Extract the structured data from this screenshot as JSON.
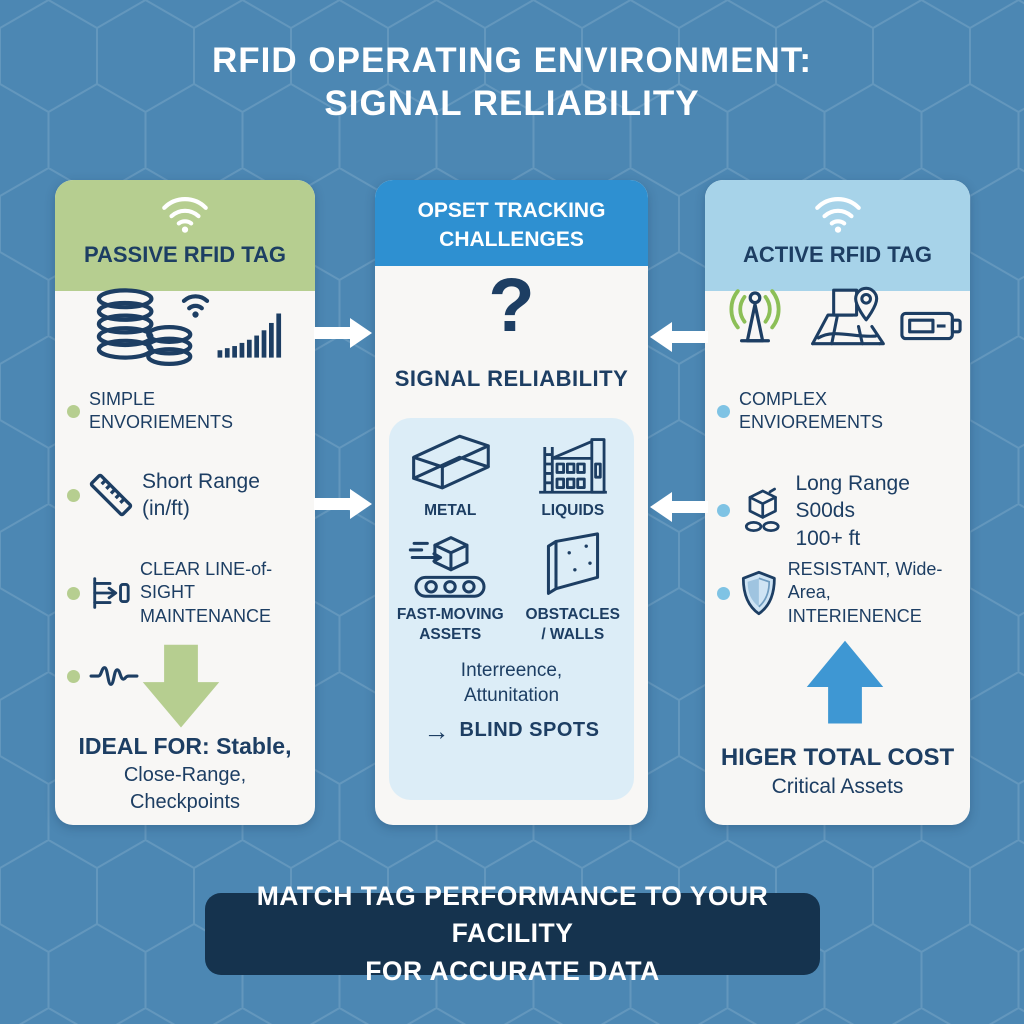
{
  "title": "RFID OPERATING ENVIRONMENT:\nSIGNAL RELIABILITY",
  "passive": {
    "header": "PASSIVE RFID TAG",
    "bullet1": "SIMPLE\nENVORIEMENTS",
    "bullet2": "Short Range\n(in/ft)",
    "bullet3": "CLEAR LINE-of-SIGHT\nMAINTENANCE",
    "ideal_bold": "IDEAL FOR: Stable,",
    "ideal_rest": "Close-Range,\nCheckpoints"
  },
  "challenges": {
    "header": "OPSET TRACKING\nCHALLENGES",
    "question_mark": "?",
    "subtitle": "SIGNAL RELIABILITY",
    "grid": [
      {
        "icon": "metal-beam-icon",
        "label": "METAL"
      },
      {
        "icon": "liquids-factory-icon",
        "label": "LIQUIDS"
      },
      {
        "icon": "fast-moving-conveyor-icon",
        "label": "FAST-MOVING\nASSETS"
      },
      {
        "icon": "obstacle-wall-icon",
        "label": "OBSTACLES\n/ WALLS"
      }
    ],
    "note": "Interreence,\nAttunitation",
    "blind_arrow": "→",
    "blind_spots": "BLIND SPOTS"
  },
  "active": {
    "header": "ACTIVE RFID TAG",
    "bullet1": "COMPLEX\nENVIOREMENTS",
    "bullet2": "Long Range S00ds\n100+ ft",
    "bullet3": "RESISTANT, Wide-Area,\nINTERIENENCE",
    "cost_bold": "HIGER TOTAL COST",
    "cost_sub": "Critical Assets"
  },
  "banner": "MATCH TAG PERFORMANCE TO YOUR FACILITY\nFOR ACCURATE DATA",
  "icons": {
    "passive_header": "wifi-signal-icon",
    "active_header": "wifi-signal-icon",
    "passive_top": [
      "coin-stacks-wifi-icon",
      "rising-signal-bars-icon"
    ],
    "passive_bullet2": "ruler-icon",
    "passive_bullet3": "line-of-sight-icon",
    "passive_bullet4": "waveform-icon",
    "passive_arrow": "down-arrow",
    "active_top": [
      "antenna-broadcast-icon",
      "map-location-pin-icon",
      "battery-icon"
    ],
    "active_bullet2": "cube-on-conveyor-icon",
    "active_bullet3": "shield-icon",
    "active_arrow": "up-arrow",
    "flow": "white-horizontal-arrows"
  },
  "colors": {
    "background": "#4c87b3",
    "passive_header_bg": "#b6ce90",
    "challenges_header_bg": "#2e90d1",
    "active_header_bg": "#a7d3e9",
    "card_bg": "#f8f7f5",
    "inner_box_bg": "#dcedf7",
    "navy_text": "#1d3e63",
    "banner_bg": "#15334e",
    "green_accent": "#b6ce90",
    "blue_accent": "#3e97d3",
    "light_blue_dot": "#7fc3e4",
    "antenna_green": "#8cbf57"
  }
}
